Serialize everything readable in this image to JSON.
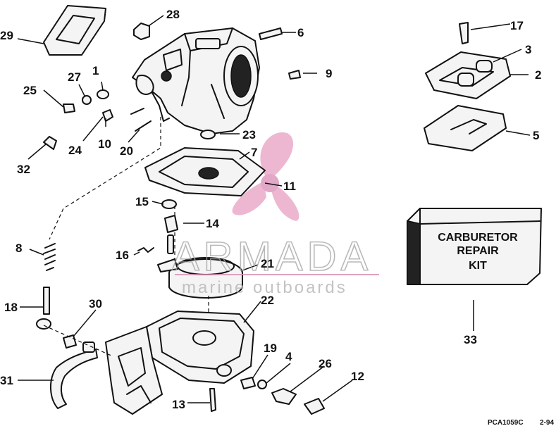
{
  "diagram": {
    "callouts": [
      "1",
      "2",
      "3",
      "4",
      "5",
      "6",
      "7",
      "8",
      "9",
      "10",
      "11",
      "12",
      "13",
      "14",
      "15",
      "16",
      "17",
      "18",
      "19",
      "20",
      "21",
      "22",
      "23",
      "24",
      "25",
      "26",
      "27",
      "28",
      "29",
      "30",
      "31",
      "32",
      "33"
    ],
    "kit_box": {
      "line1": "CARBURETOR",
      "line2": "REPAIR",
      "line3": "KIT"
    },
    "footer": {
      "code": "PCA1059C",
      "date": "2-94"
    }
  },
  "watermark": {
    "brand": "ARMADA",
    "tagline": "marine outboards",
    "logo_color": "#e8a0c4",
    "line_color": "#d98cb5"
  }
}
